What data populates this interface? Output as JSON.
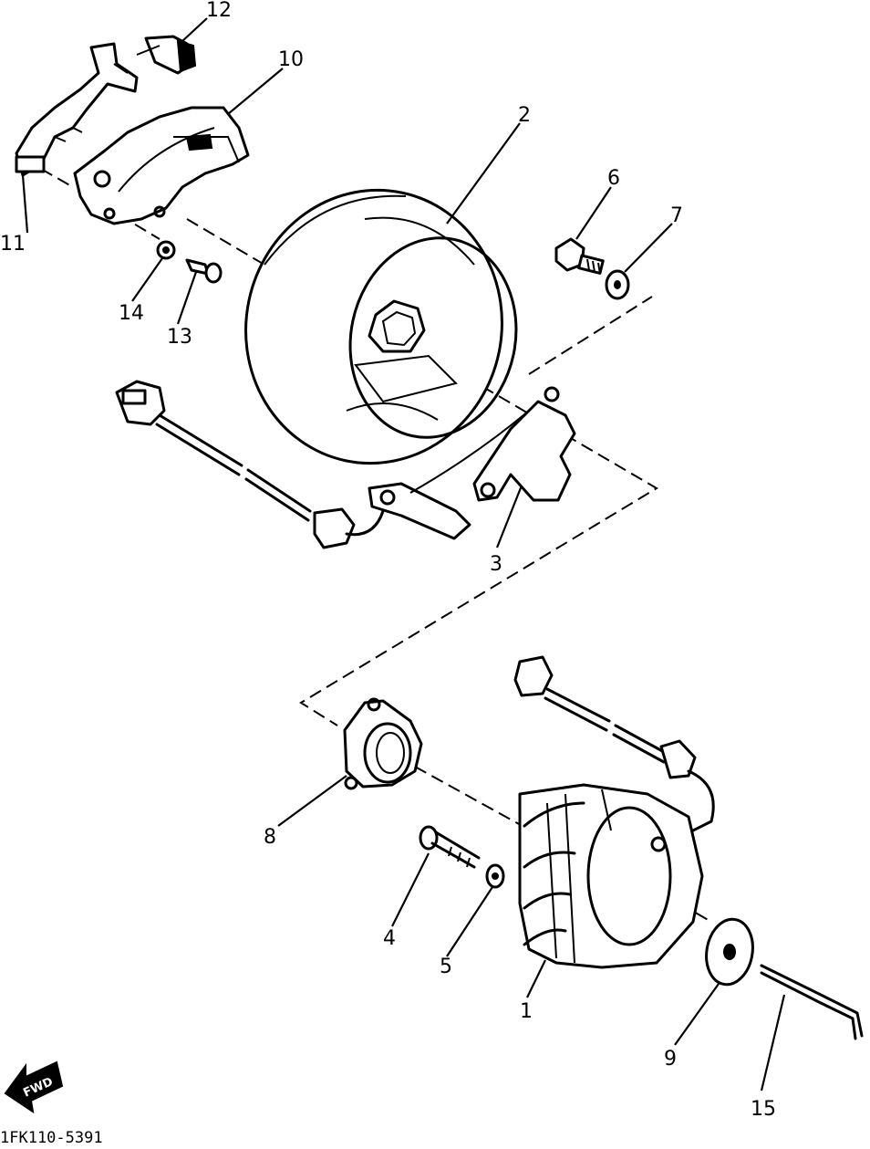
{
  "diagram": {
    "code": "1FK110-5391",
    "fwd_label": "FWD"
  },
  "callouts": [
    {
      "id": "c1",
      "label": "1"
    },
    {
      "id": "c2",
      "label": "2"
    },
    {
      "id": "c3",
      "label": "3"
    },
    {
      "id": "c4",
      "label": "4"
    },
    {
      "id": "c5",
      "label": "5"
    },
    {
      "id": "c6",
      "label": "6"
    },
    {
      "id": "c7",
      "label": "7"
    },
    {
      "id": "c8",
      "label": "8"
    },
    {
      "id": "c9",
      "label": "9"
    },
    {
      "id": "c10",
      "label": "10"
    },
    {
      "id": "c11",
      "label": "11"
    },
    {
      "id": "c12",
      "label": "12"
    },
    {
      "id": "c13",
      "label": "13"
    },
    {
      "id": "c14",
      "label": "14"
    },
    {
      "id": "c15",
      "label": "15"
    }
  ]
}
